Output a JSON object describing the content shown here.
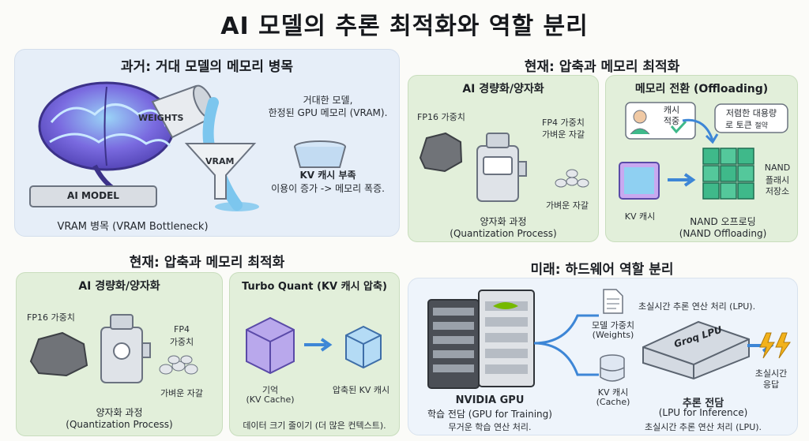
{
  "title": "AI 모델의 추론 최적화와 역할 분리",
  "past": {
    "heading": "과거: 거대 모델의 메모리 병목",
    "weights_label": "WEIGHTS",
    "vram_label": "VRAM",
    "base_label": "AI MODEL",
    "desc_line1": "거대한 모델,",
    "desc_line2": "한정된 GPU 메모리 (VRAM).",
    "kv_title": "KV 캐시 부족",
    "kv_desc": "이용이 증가 -> 메모리 폭증.",
    "caption": "VRAM 병목 (VRAM Bottleneck)"
  },
  "present_left": {
    "heading": "현재: 압축과 메모리 최적화",
    "quant": {
      "title": "AI 경량화/양자화",
      "fp16": "FP16 가중치",
      "fp4_line1": "FP4",
      "fp4_line2": "가중치",
      "light": "가벼운 자갈",
      "caption_line1": "양자화 과정",
      "caption_line2": "(Quantization Process)"
    },
    "turbo": {
      "title": "Turbo Quant (KV 캐시 압축)",
      "memory_line1": "기억",
      "memory_line2": "(KV Cache)",
      "compressed": "압축된 KV 캐시",
      "caption": "데이터 크기 줄이기 (더 많은 컨텍스트)."
    }
  },
  "present_right": {
    "heading": "현재: 압축과 메모리 최적화",
    "quant": {
      "title": "AI 경량화/양자화",
      "fp16": "FP16 가중치",
      "fp4_line1": "FP4 가중치",
      "fp4_line2": "가벼운 자갈",
      "light": "가벼운 자갈",
      "caption_line1": "양자화 과정",
      "caption_line2": "(Quantization Process)"
    },
    "offload": {
      "title": "메모리 전환 (Offloading)",
      "cache_hit_line1": "캐시",
      "cache_hit_line2": "적중",
      "cheap_line1": "저렴한 대용량",
      "cheap_line2": "로 토큰",
      "cheap_line2b": "절약",
      "nand_line1": "NAND",
      "nand_line2": "플래시",
      "nand_line3": "저장소",
      "kv_label": "KV 캐시",
      "caption_line1": "NAND 오프로딩",
      "caption_line2": "(NAND Offloading)"
    }
  },
  "future": {
    "heading": "미래: 하드웨어 역할 분리",
    "weights_line1": "모델 가중치",
    "weights_line2": "(Weights)",
    "kv_line1": "KV 캐시",
    "kv_line2": "(Cache)",
    "gpu_line1": "NVIDIA GPU",
    "gpu_line2": "학습 전담 (GPU for Training)",
    "gpu_line3": "무거운 학습 연산 처리.",
    "lpu_chip": "Groq LPU",
    "lpu_top": "초실시간 추론 연산 처리 (LPU).",
    "lpu_line1": "추론 전담",
    "lpu_line2": "(LPU for Inference)",
    "lpu_line3": "초실시간 추론 연산 처리 (LPU).",
    "fast_line1": "초실시간",
    "fast_line2": "응답"
  },
  "colors": {
    "brain": "#7a6be0",
    "water": "#7cc6ee",
    "arrow": "#3d86d6",
    "cube": "#3fb98a",
    "bolt": "#f2b21b"
  }
}
